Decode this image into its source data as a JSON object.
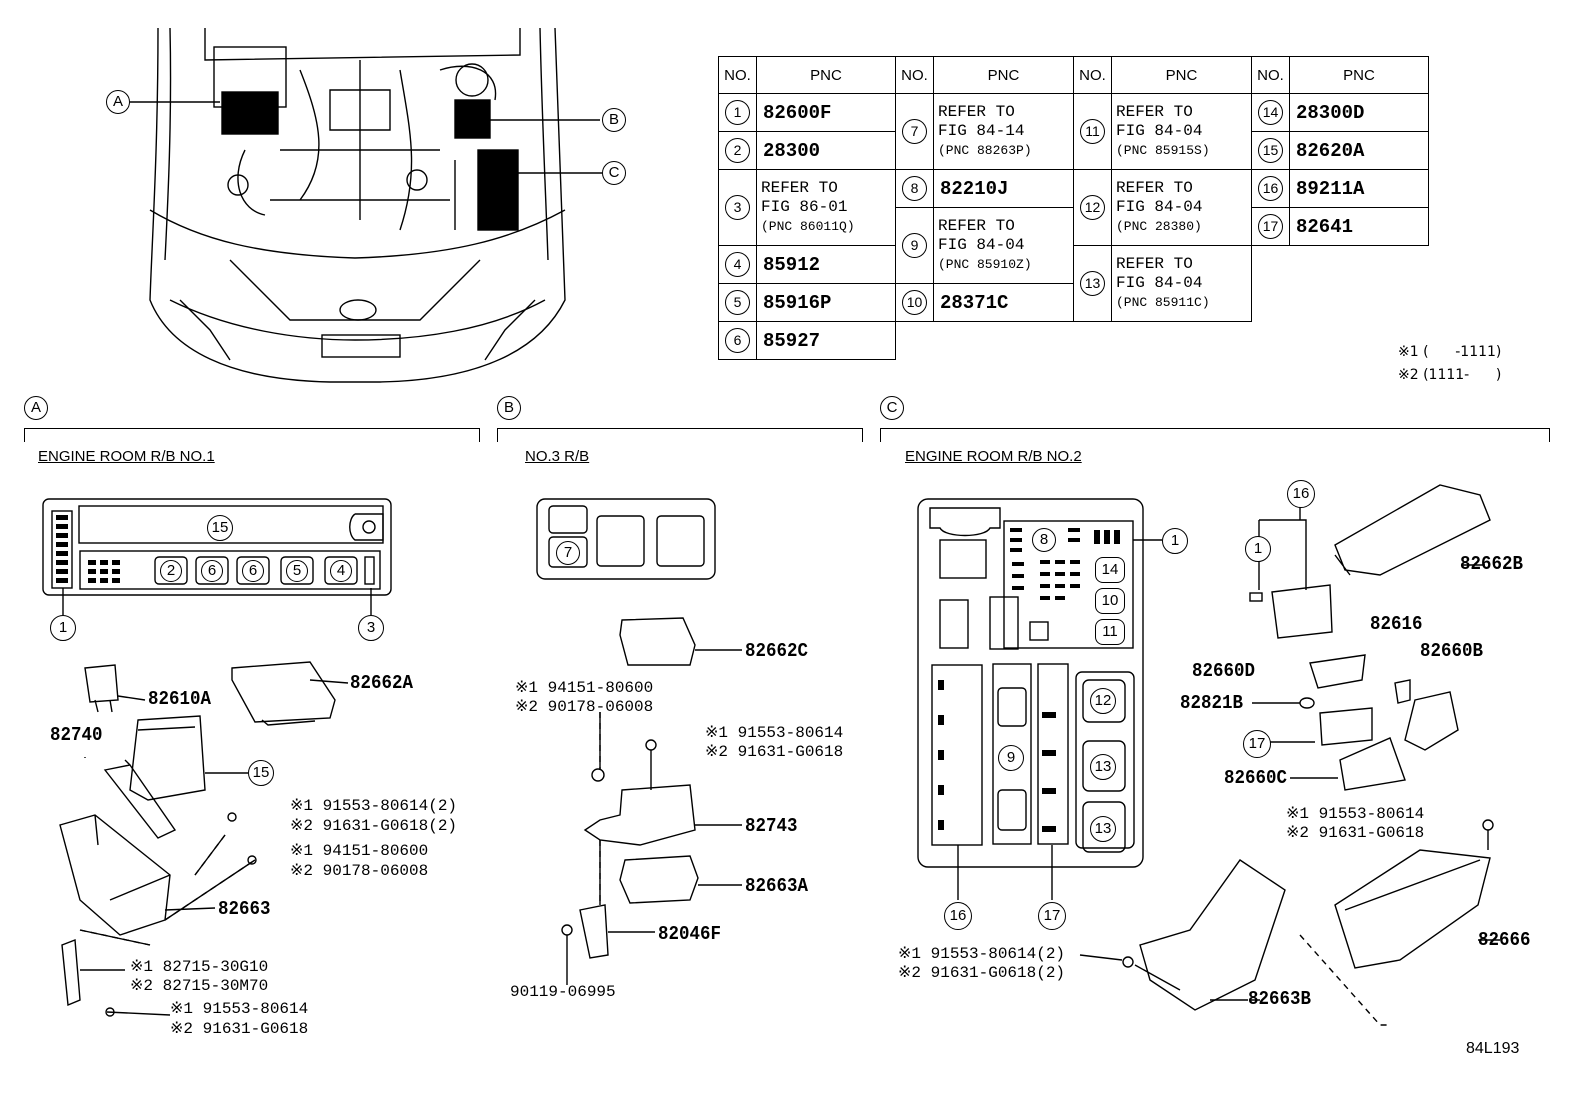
{
  "table": {
    "header": {
      "no": "NO.",
      "pnc": "PNC"
    },
    "col1": [
      {
        "no": "1",
        "pnc": "82600F"
      },
      {
        "no": "2",
        "pnc": "28300"
      },
      {
        "no": "3",
        "ref1": "REFER TO",
        "ref2": "FIG 86-01",
        "ref3": "(PNC 86011Q)"
      },
      {
        "no": "4",
        "pnc": "85912"
      },
      {
        "no": "5",
        "pnc": "85916P"
      },
      {
        "no": "6",
        "pnc": "85927"
      }
    ],
    "col2": [
      {
        "no": "7",
        "ref1": "REFER TO",
        "ref2": "FIG 84-14",
        "ref3": "(PNC 88263P)"
      },
      {
        "no": "8",
        "pnc": "82210J"
      },
      {
        "no": "9",
        "ref1": "REFER TO",
        "ref2": "FIG 84-04",
        "ref3": "(PNC 85910Z)"
      },
      {
        "no": "10",
        "pnc": "28371C"
      }
    ],
    "col3": [
      {
        "no": "11",
        "ref1": "REFER TO",
        "ref2": "FIG 84-04",
        "ref3": "(PNC 85915S)"
      },
      {
        "no": "12",
        "ref1": "REFER TO",
        "ref2": "FIG 84-04",
        "ref3": "(PNC 28380)"
      },
      {
        "no": "13",
        "ref1": "REFER TO",
        "ref2": "FIG 84-04",
        "ref3": "(PNC 85911C)"
      }
    ],
    "col4": [
      {
        "no": "14",
        "pnc": "28300D"
      },
      {
        "no": "15",
        "pnc": "82620A"
      },
      {
        "no": "16",
        "pnc": "89211A"
      },
      {
        "no": "17",
        "pnc": "82641"
      }
    ]
  },
  "notes": {
    "n1": "※1 (      -1111)",
    "n2": "※2 (1111-      )"
  },
  "sections": {
    "a": {
      "letter": "A",
      "title": "ENGINE ROOM R/B NO.1"
    },
    "b": {
      "letter": "B",
      "title": "NO.3 R/B"
    },
    "c": {
      "letter": "C",
      "title": "ENGINE ROOM R/B NO.2"
    }
  },
  "callouts": {
    "p82610A": "82610A",
    "p82662A": "82662A",
    "p82740": "82740",
    "a_bolt1": "※1 91553-80614(2)",
    "a_bolt2": "※2 91631-G0618(2)",
    "a_nut1": "※1  94151-80600",
    "a_nut2": "※2  90178-06008",
    "p82663": "82663",
    "a_clip1": "※1 82715-30G10",
    "a_clip2": "※2 82715-30M70",
    "a_scr1": "※1  91553-80614",
    "a_scr2": "※2  91631-G0618",
    "p82662C": "82662C",
    "b_nut1": "※1 94151-80600",
    "b_nut2": "※2 90178-06008",
    "b_bolt1": "※1 91553-80614",
    "b_bolt2": "※2 91631-G0618",
    "p82743": "82743",
    "p82663A": "82663A",
    "p82046F": "82046F",
    "p90119": "90119-06995",
    "p82662B": "82662B",
    "p82616": "82616",
    "p82660D": "82660D",
    "p82660B": "82660B",
    "p82821B": "82821B",
    "p82660C": "82660C",
    "c_bolt1": "※1 91553-80614",
    "c_bolt2": "※2 91631-G0618",
    "c_bolt3": "※1 91553-80614(2)",
    "c_bolt4": "※2 91631-G0618(2)",
    "p82666": "82666",
    "p82663B": "82663B"
  },
  "figure_code": "84L193",
  "engine_labels": {
    "a": "A",
    "b": "B",
    "c": "C"
  }
}
